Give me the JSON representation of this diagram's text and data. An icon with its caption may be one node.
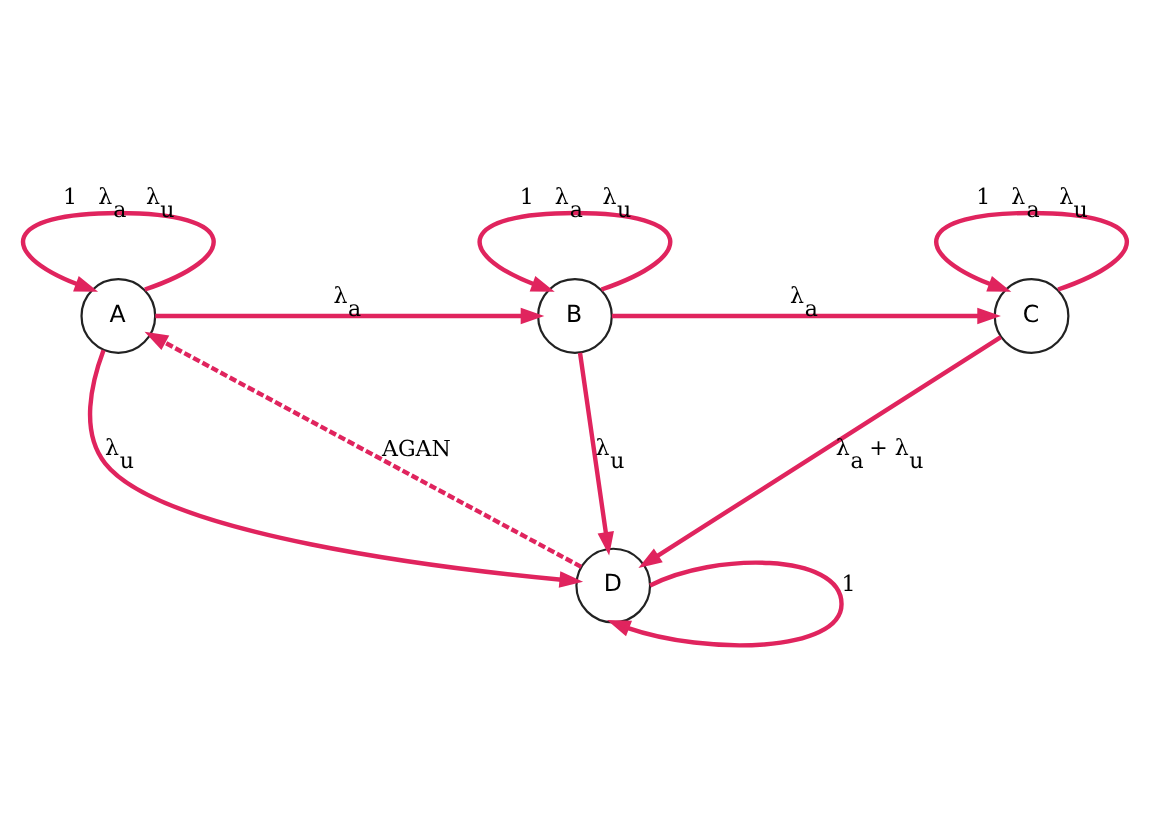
{
  "diagram": {
    "nodes": [
      {
        "text": [
          "A"
        ]
      },
      {
        "text": [
          "B"
        ]
      },
      {
        "text": [
          "C"
        ]
      },
      {
        "text": [
          "D"
        ]
      }
    ],
    "edges": [
      {
        "from": 0,
        "to": 0,
        "arrow": "to",
        "label": "1   λ$_{a}$   λ$_{u}$"
      },
      {
        "from": 0,
        "to": 1,
        "arrow": "to",
        "label": "λ$_{a}$"
      },
      {
        "from": 1,
        "to": 1,
        "arrow": "to",
        "label": "1   λ$_{a}$   λ$_{u}$"
      },
      {
        "from": 1,
        "to": 2,
        "arrow": "to",
        "label": "λ$_{a}$"
      },
      {
        "from": 2,
        "to": 2,
        "arrow": "to",
        "label": "1   λ$_{a}$   λ$_{u}$"
      },
      {
        "from": 0,
        "to": 3,
        "arrow": "to",
        "label": "λ$_{u}$"
      },
      {
        "from": 1,
        "to": 3,
        "arrow": "to",
        "label": "λ$_{u}$"
      },
      {
        "from": 2,
        "to": 3,
        "arrow": "to",
        "label": "λ$_{a}$ + λ$_{u}$"
      },
      {
        "from": 3,
        "to": 0,
        "arrow": "to",
        "label": "AGAN",
        "style": "dashed"
      },
      {
        "from": 3,
        "to": 3,
        "arrow": "to",
        "label": "1"
      }
    ]
  }
}
